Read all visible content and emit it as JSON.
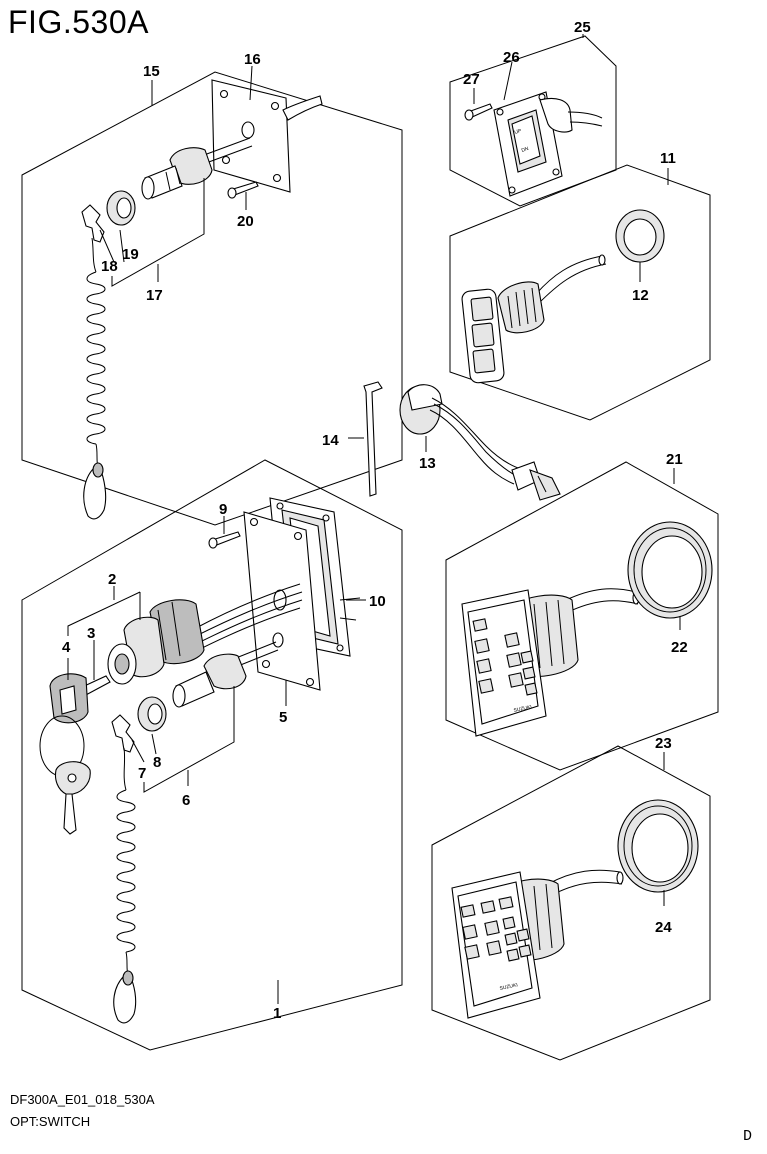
{
  "figure": {
    "title": "FIG.530A",
    "drawing_id": "DF300A_E01_018_530A",
    "group_name": "OPT:SWITCH",
    "page_letter": "D"
  },
  "callouts": {
    "c1": "1",
    "c2": "2",
    "c3": "3",
    "c4": "4",
    "c5": "5",
    "c6": "6",
    "c7": "7",
    "c8": "8",
    "c9": "9",
    "c10": "10",
    "c11": "11",
    "c12": "12",
    "c13": "13",
    "c14": "14",
    "c15": "15",
    "c16": "16",
    "c17": "17",
    "c18": "18",
    "c19": "19",
    "c20": "20",
    "c21": "21",
    "c22": "22",
    "c23": "23",
    "c24": "24",
    "c25": "25",
    "c26": "26",
    "c27": "27"
  },
  "switch_markings": {
    "up": "UP",
    "dn": "DN",
    "brand": "SUZUKI"
  }
}
